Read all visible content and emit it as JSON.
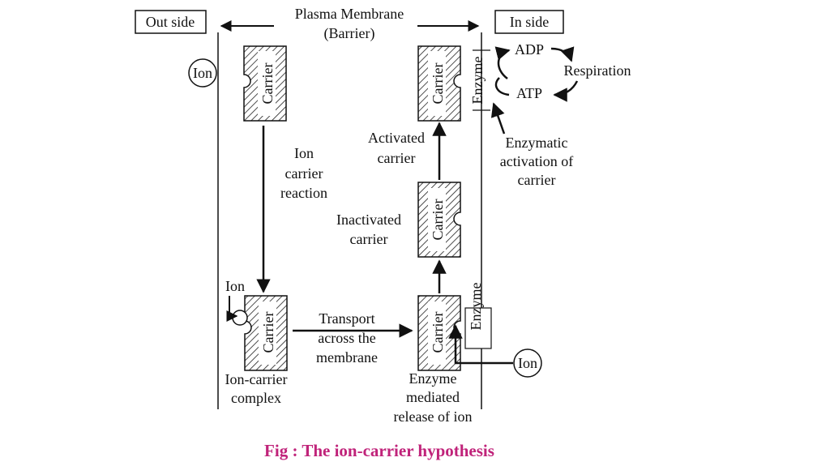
{
  "header": {
    "outside_label": "Out side",
    "inside_label": "In side",
    "membrane_label": "Plasma Membrane",
    "membrane_sub": "(Barrier)"
  },
  "ions": {
    "outside_ion": "Ion",
    "complex_ion": "Ion",
    "released_ion": "Ion"
  },
  "carriers": {
    "label": "Carrier"
  },
  "enzyme_label": "Enzyme",
  "steps": {
    "ion_carrier_reaction": [
      "Ion",
      "carrier",
      "reaction"
    ],
    "ion_carrier_complex": [
      "Ion-carrier",
      "complex"
    ],
    "transport": [
      "Transport",
      "across the",
      "membrane"
    ],
    "enzyme_release": [
      "Enzyme",
      "mediated",
      "release of ion"
    ],
    "inactivated": [
      "Inactivated",
      "carrier"
    ],
    "activated": [
      "Activated",
      "carrier"
    ],
    "enzymatic_activation": [
      "Enzymatic",
      "activation of",
      "carrier"
    ]
  },
  "cycle": {
    "adp": "ADP",
    "atp": "ATP",
    "respiration": "Respiration"
  },
  "caption": "Fig : The ion-carrier hypothesis",
  "colors": {
    "caption": "#c0237a",
    "ink": "#111111"
  }
}
